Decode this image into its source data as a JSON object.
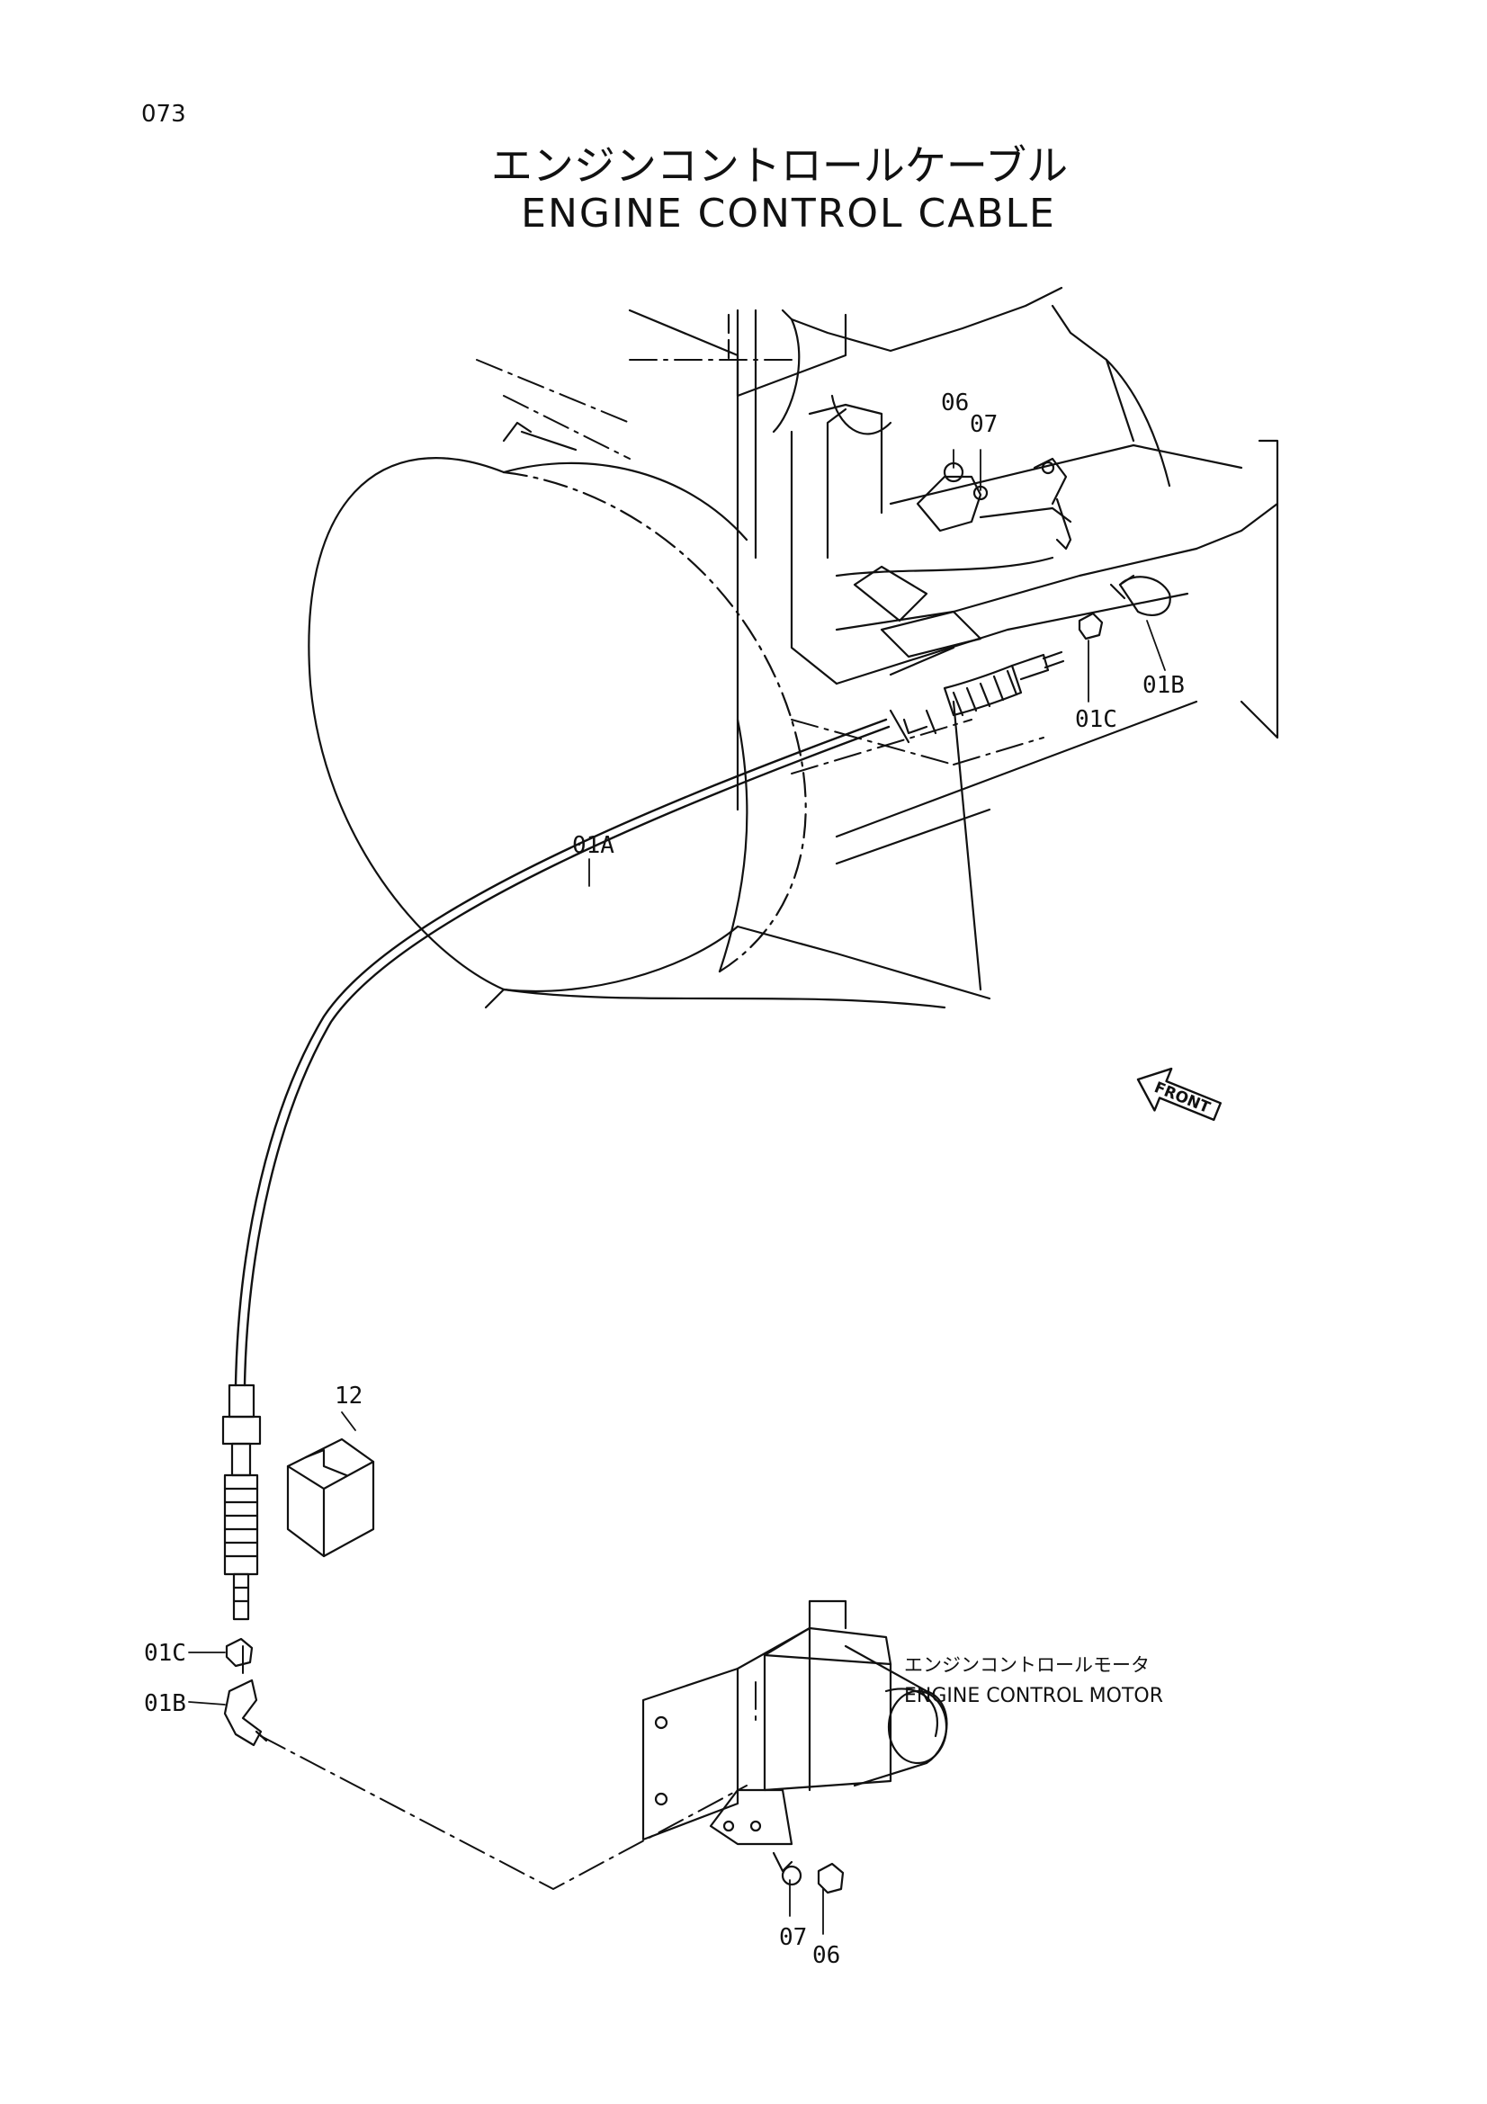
{
  "page": {
    "number": "073"
  },
  "title": {
    "japanese": "エンジンコントロールケーブル",
    "english": "ENGINE CONTROL CABLE"
  },
  "motor": {
    "japanese": "エンジンコントロールモータ",
    "english": "ENGINE CONTROL MOTOR"
  },
  "front_label": "FRONT",
  "callouts": {
    "c06_top": "06",
    "c07_top": "07",
    "c01b_top": "01B",
    "c01c_top": "01C",
    "c01a": "01A",
    "c12": "12",
    "c01c_left": "01C",
    "c01b_left": "01B",
    "c07_bottom": "07",
    "c06_bottom": "06"
  }
}
